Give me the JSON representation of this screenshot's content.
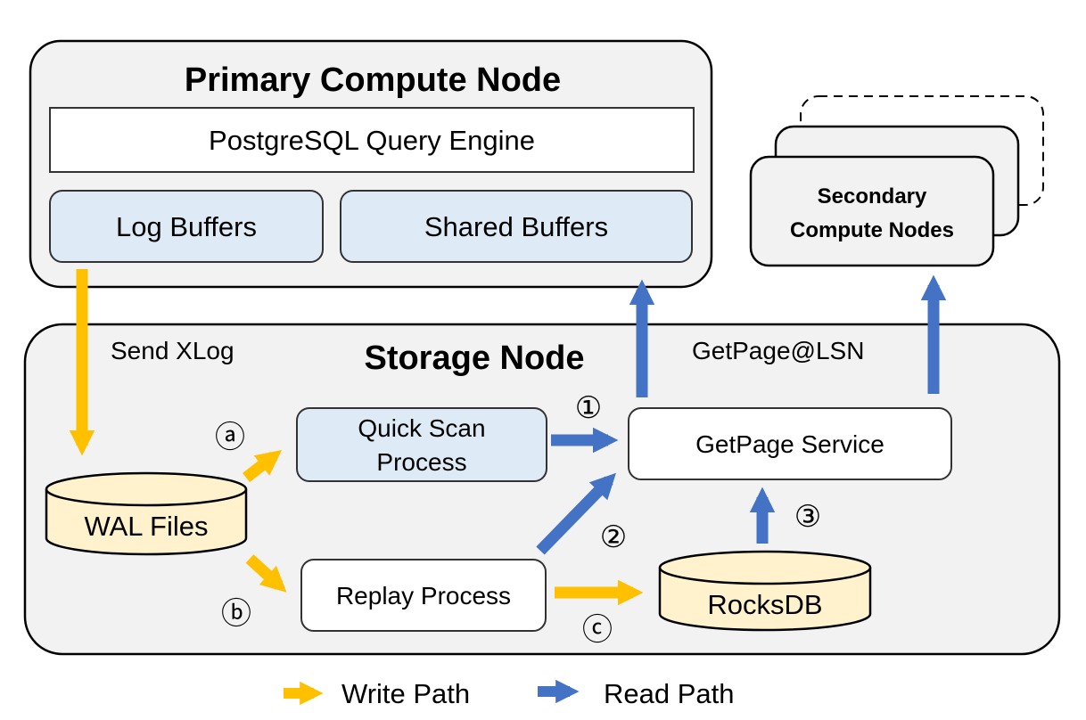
{
  "colors": {
    "write_path": "#FFC000",
    "read_path": "#4472C4",
    "node_bg": "#F2F2F2",
    "buffer_bg": "#DEEBF7",
    "db_bg": "#FFF2CC",
    "outline": "#000000"
  },
  "primary_node": {
    "title": "Primary Compute Node",
    "query_engine": "PostgreSQL Query Engine",
    "log_buffers": "Log Buffers",
    "shared_buffers": "Shared Buffers"
  },
  "secondary_nodes": {
    "line1": "Secondary",
    "line2": "Compute Nodes"
  },
  "storage_node": {
    "title": "Storage Node",
    "wal_files": "WAL Files",
    "quick_scan_line1": "Quick Scan",
    "quick_scan_line2": "Process",
    "replay_process": "Replay Process",
    "getpage_service": "GetPage Service",
    "rocksdb": "RocksDB"
  },
  "edge_labels": {
    "send_xlog": "Send XLog",
    "getpage_lsn": "GetPage@LSN"
  },
  "markers": {
    "a": "ⓐ",
    "b": "ⓑ",
    "c": "ⓒ",
    "one": "①",
    "two": "②",
    "three": "③"
  },
  "legend": {
    "write_path": "Write Path",
    "read_path": "Read Path"
  }
}
